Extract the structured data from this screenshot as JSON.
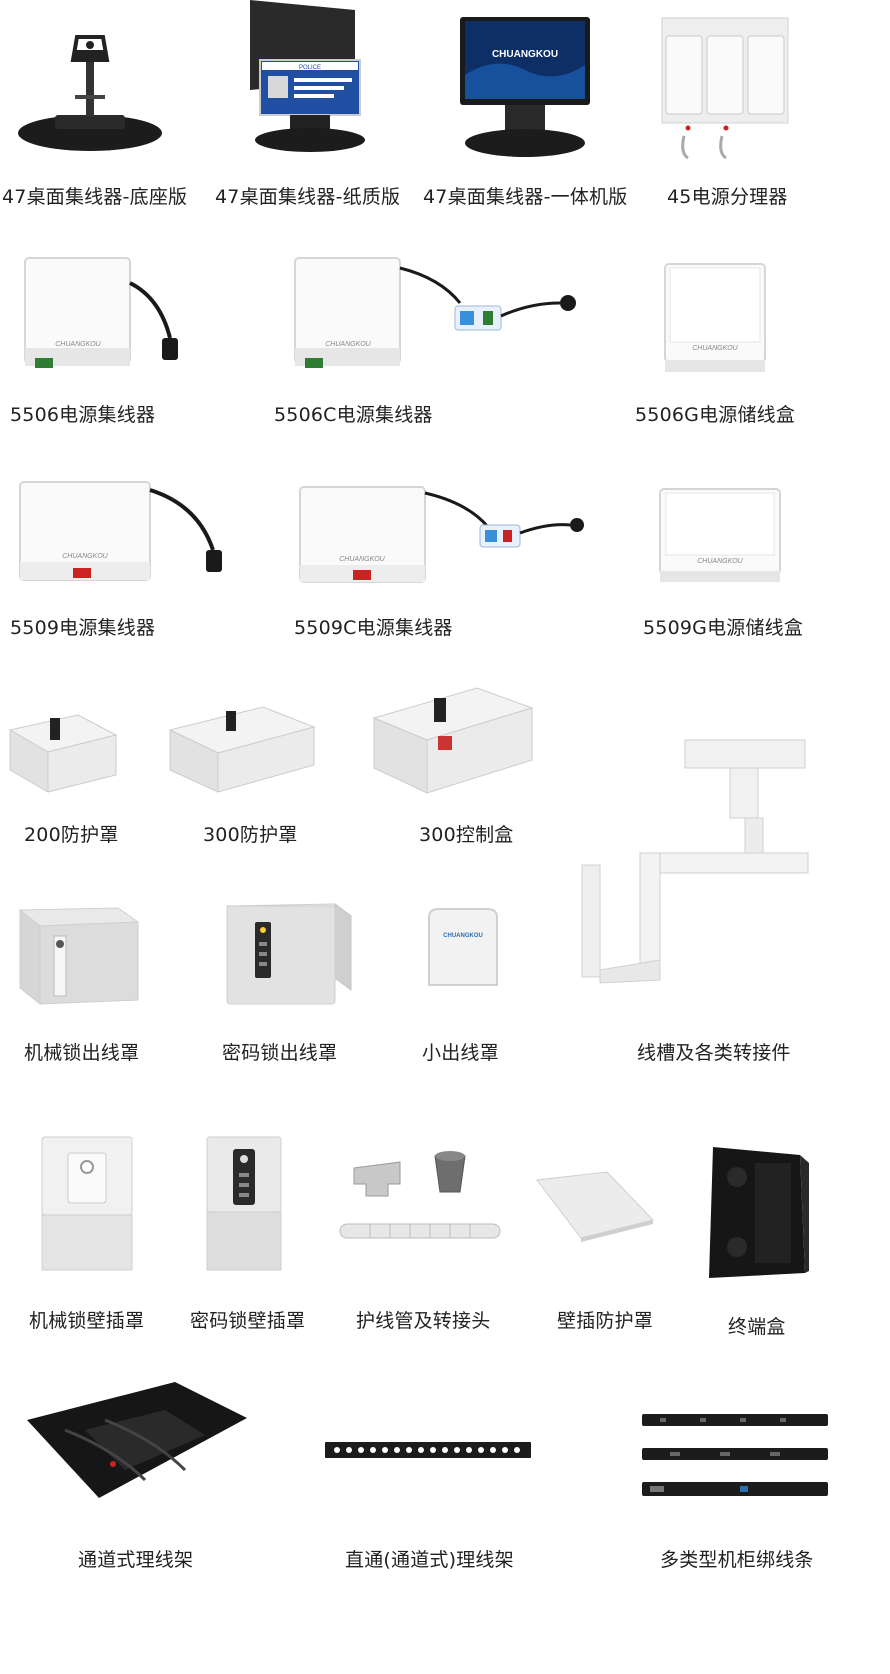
{
  "products": [
    {
      "label": "47桌面集线器-底座版",
      "icon": "monitor-stand-icon"
    },
    {
      "label": "47桌面集线器-纸质版",
      "icon": "monitor-paper-icon"
    },
    {
      "label": "47桌面集线器-一体机版",
      "icon": "monitor-allinone-icon"
    },
    {
      "label": "45电源分理器",
      "icon": "power-splitter-icon"
    },
    {
      "label": "5506电源集线器",
      "icon": "power-hub-icon"
    },
    {
      "label": "5506C电源集线器",
      "icon": "power-hub-socket-icon"
    },
    {
      "label": "5506G电源储线盒",
      "icon": "cable-box-icon"
    },
    {
      "label": "5509电源集线器",
      "icon": "power-hub-icon"
    },
    {
      "label": "5509C电源集线器",
      "icon": "power-hub-socket-icon"
    },
    {
      "label": "5509G电源储线盒",
      "icon": "cable-box-icon"
    },
    {
      "label": "200防护罩",
      "icon": "protective-cover-icon"
    },
    {
      "label": "300防护罩",
      "icon": "protective-cover-icon"
    },
    {
      "label": "300控制盒",
      "icon": "control-box-icon"
    },
    {
      "label": "线槽及各类转接件",
      "icon": "cable-trough-icon"
    },
    {
      "label": "机械锁出线罩",
      "icon": "mechanical-lock-cover-icon"
    },
    {
      "label": "密码锁出线罩",
      "icon": "code-lock-cover-icon"
    },
    {
      "label": "小出线罩",
      "icon": "small-cover-icon"
    },
    {
      "label": "机械锁壁插罩",
      "icon": "mechanical-lock-wall-icon"
    },
    {
      "label": "密码锁壁插罩",
      "icon": "code-lock-wall-icon"
    },
    {
      "label": "护线管及转接头",
      "icon": "conduit-adapter-icon"
    },
    {
      "label": "壁插防护罩",
      "icon": "wall-plate-icon"
    },
    {
      "label": "终端盒",
      "icon": "terminal-box-icon"
    },
    {
      "label": "通道式理线架",
      "icon": "channel-cable-rack-icon"
    },
    {
      "label": "直通(通道式)理线架",
      "icon": "straight-cable-rack-icon"
    },
    {
      "label": "多类型机柜绑线条",
      "icon": "cabinet-tie-bar-icon"
    }
  ],
  "brand": {
    "logo_text": "CHUANGKOU",
    "paper_sign_header": "POLICE"
  },
  "colors": {
    "text": "#222222",
    "device_white": "#f4f4f4",
    "device_gray": "#d8d8d8",
    "device_black": "#1e1e1e"
  }
}
